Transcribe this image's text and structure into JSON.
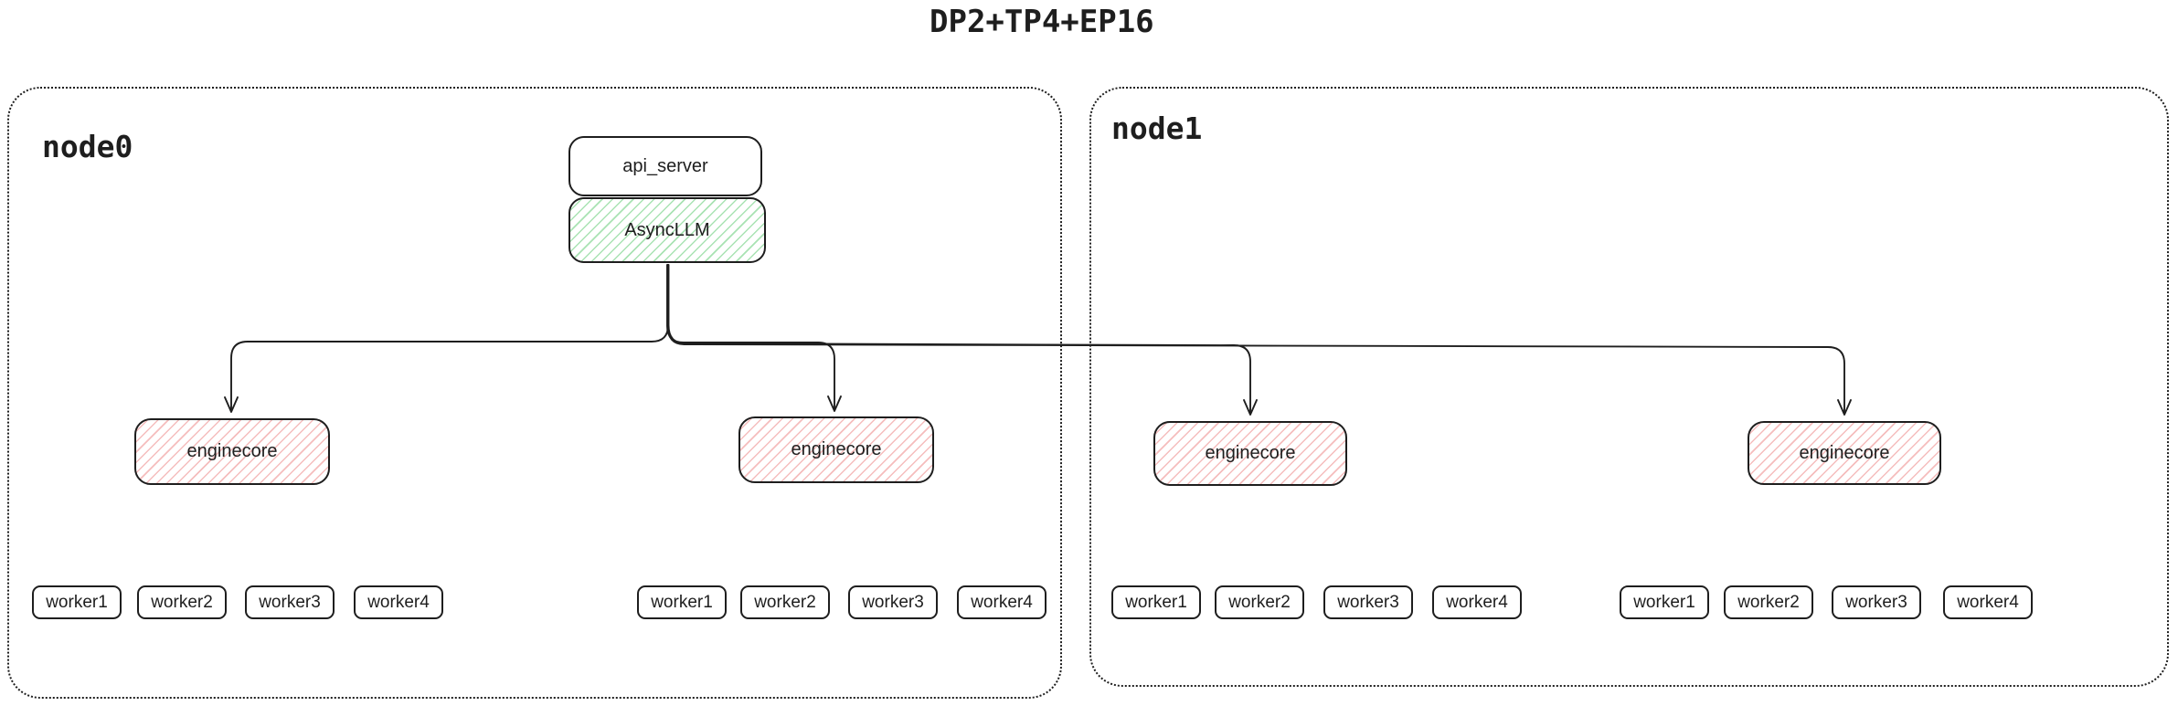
{
  "title": "DP2+TP4+EP16",
  "colors": {
    "stroke": "#1e1e1e",
    "green_hatch": "#40c057",
    "red_hatch": "#e03131",
    "background": "#ffffff"
  },
  "nodes": [
    {
      "label": "node0"
    },
    {
      "label": "node1"
    }
  ],
  "api_server": {
    "label": "api_server"
  },
  "async_llm": {
    "label": "AsyncLLM"
  },
  "enginecores": [
    {
      "label": "enginecore"
    },
    {
      "label": "enginecore"
    },
    {
      "label": "enginecore"
    },
    {
      "label": "enginecore"
    }
  ],
  "worker_groups": [
    [
      "worker1",
      "worker2",
      "worker3",
      "worker4"
    ],
    [
      "worker1",
      "worker2",
      "worker3",
      "worker4"
    ],
    [
      "worker1",
      "worker2",
      "worker3",
      "worker4"
    ],
    [
      "worker1",
      "worker2",
      "worker3",
      "worker4"
    ]
  ]
}
